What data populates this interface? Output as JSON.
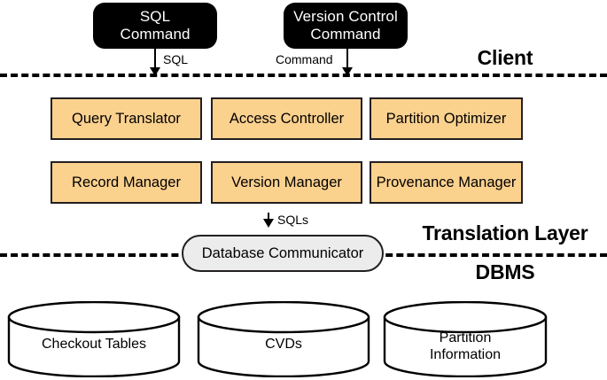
{
  "diagram": {
    "title": "Client / Translation Layer / DBMS architecture",
    "colors": {
      "component_fill": "#fbd18e",
      "component_stroke": "#231f20",
      "command_box_fill": "#000000",
      "command_box_text": "#ffffff",
      "communicator_fill": "#ececec",
      "cylinder_fill": "#ffffff",
      "background": "#ffffff"
    }
  },
  "client": {
    "layer_label": "Client",
    "commands": [
      {
        "label": "SQL\nCommand",
        "line1": "SQL",
        "line2": "Command",
        "arrow_label": "SQL"
      },
      {
        "label": "Version Control\nCommand",
        "line1": "Version Control",
        "line2": "Command",
        "arrow_label": "Command"
      }
    ]
  },
  "translation_layer": {
    "layer_label": "Translation Layer",
    "components_row1": [
      {
        "label": "Query Translator"
      },
      {
        "label": "Access Controller"
      },
      {
        "label": "Partition Optimizer"
      }
    ],
    "components_row2": [
      {
        "label": "Record Manager"
      },
      {
        "label": "Version Manager"
      },
      {
        "label": "Provenance Manager"
      }
    ],
    "sqls_arrow_label": "SQLs",
    "communicator": {
      "label": "Database Communicator"
    }
  },
  "dbms": {
    "layer_label": "DBMS",
    "stores": [
      {
        "line1": "Checkout Tables",
        "line2": ""
      },
      {
        "line1": "CVDs",
        "line2": ""
      },
      {
        "line1": "Partition",
        "line2": "Information"
      }
    ]
  }
}
